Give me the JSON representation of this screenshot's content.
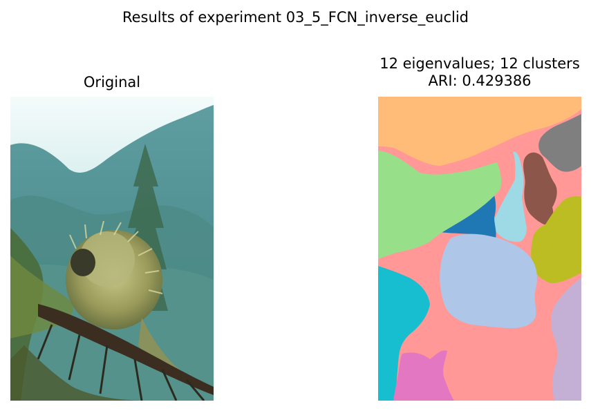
{
  "figure": {
    "suptitle": "Results of experiment 03_5_FCN_inverse_euclid"
  },
  "left_panel": {
    "title": "Original"
  },
  "right_panel": {
    "title_line1": "12 eigenvalues; 12 clusters",
    "title_line2": "ARI: 0.429386",
    "colors": {
      "background": "#ff9896",
      "sky": "#ffbb78",
      "upper_right": "#7f7f7f",
      "brown": "#8c564b",
      "light_cyan": "#9edae5",
      "blue": "#1f77b4",
      "green": "#98df8a",
      "olive": "#bcbd22",
      "body": "#aec7e8",
      "cyan": "#17becf",
      "lavender": "#c5b0d5",
      "pink": "#e377c2"
    }
  }
}
